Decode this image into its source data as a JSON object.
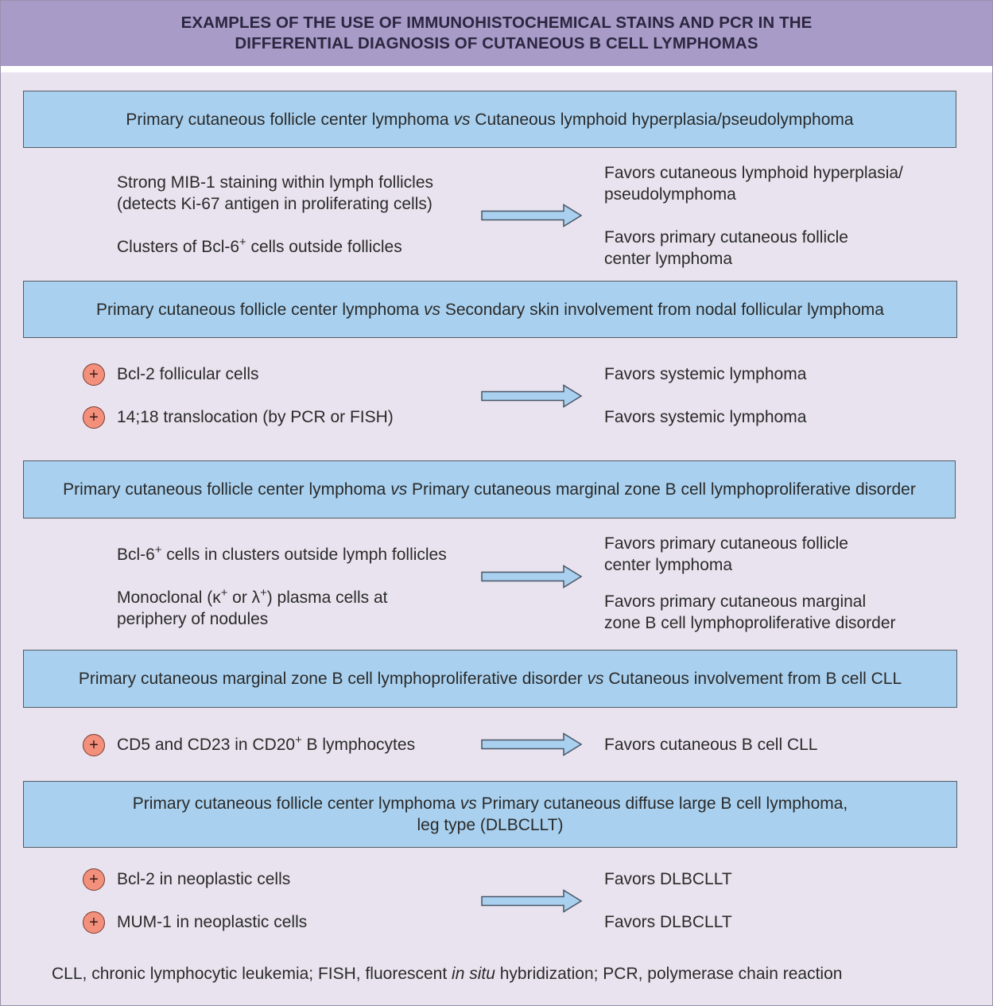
{
  "title": {
    "line1": "EXAMPLES OF THE USE OF IMMUNOHISTOCHEMICAL STAINS AND PCR IN THE",
    "line2": "DIFFERENTIAL DIAGNOSIS OF CUTANEOUS B CELL LYMPHOMAS"
  },
  "colors": {
    "title_bar": "#a89bc8",
    "header_box": "#a9d1ef",
    "panel_bg": "#e8e3ee",
    "plus_marker": "#f2907c",
    "arrow_fill": "#a9d1ef"
  },
  "icons": {
    "plus_marker": "plus-circle-icon",
    "arrow": "right-arrow-icon"
  },
  "sections": [
    {
      "header": {
        "a": "Primary cutaneous follicle center lymphoma",
        "vs": "vs",
        "b": "Cutaneous lymphoid hyperplasia/pseudolymphoma"
      },
      "findings": [
        {
          "line1": "Strong MIB-1 staining within lymph follicles",
          "line2": "(detects Ki-67 antigen in proliferating cells)"
        },
        {
          "pre": "Clusters of Bcl-6",
          "sup": "+",
          "post": " cells outside follicles"
        }
      ],
      "results": [
        {
          "line1": "Favors cutaneous lymphoid hyperplasia/",
          "line2": "pseudolymphoma"
        },
        {
          "line1": "Favors primary cutaneous follicle",
          "line2": "center lymphoma"
        }
      ]
    },
    {
      "header": {
        "a": "Primary cutaneous follicle center lymphoma",
        "vs": "vs",
        "b": "Secondary skin involvement from nodal follicular lymphoma"
      },
      "findings": [
        {
          "marker": "+",
          "text": "Bcl-2 follicular cells"
        },
        {
          "marker": "+",
          "text": "14;18 translocation (by PCR or FISH)"
        }
      ],
      "results": [
        {
          "text": "Favors systemic lymphoma"
        },
        {
          "text": "Favors systemic lymphoma"
        }
      ]
    },
    {
      "header": {
        "a": "Primary cutaneous follicle center lymphoma",
        "vs": "vs",
        "b": "Primary cutaneous marginal zone B cell lymphoproliferative disorder"
      },
      "findings": [
        {
          "pre": "Bcl-6",
          "sup": "+",
          "post": " cells in clusters outside lymph follicles"
        },
        {
          "t1": "Monoclonal (κ",
          "s1": "+",
          "t2": " or λ",
          "s2": "+",
          "t3": ") plasma cells at",
          "line2": "periphery of nodules"
        }
      ],
      "results": [
        {
          "line1": "Favors primary cutaneous follicle",
          "line2": "center lymphoma"
        },
        {
          "line1": "Favors primary cutaneous marginal",
          "line2": "zone B cell lymphoproliferative disorder"
        }
      ]
    },
    {
      "header": {
        "a": "Primary cutaneous marginal zone B cell lymphoproliferative disorder",
        "vs": "vs",
        "b": "Cutaneous involvement from B cell CLL"
      },
      "findings": [
        {
          "marker": "+",
          "pre": "CD5 and CD23 in CD20",
          "sup": "+",
          "post": " B lymphocytes"
        }
      ],
      "results": [
        {
          "text": "Favors cutaneous B cell CLL"
        }
      ]
    },
    {
      "header": {
        "a": "Primary cutaneous follicle center lymphoma",
        "vs": "vs",
        "b": "Primary cutaneous diffuse large B cell lymphoma,",
        "line2": "leg type (DLBCLLT)"
      },
      "findings": [
        {
          "marker": "+",
          "text": "Bcl-2 in neoplastic cells"
        },
        {
          "marker": "+",
          "text": "MUM-1 in neoplastic cells"
        }
      ],
      "results": [
        {
          "text": "Favors DLBCLLT"
        },
        {
          "text": "Favors DLBCLLT"
        }
      ]
    }
  ],
  "footnote": {
    "pre": "CLL, chronic lymphocytic leukemia; FISH, fluorescent ",
    "italic": "in situ",
    "post": " hybridization; PCR, polymerase chain reaction"
  }
}
